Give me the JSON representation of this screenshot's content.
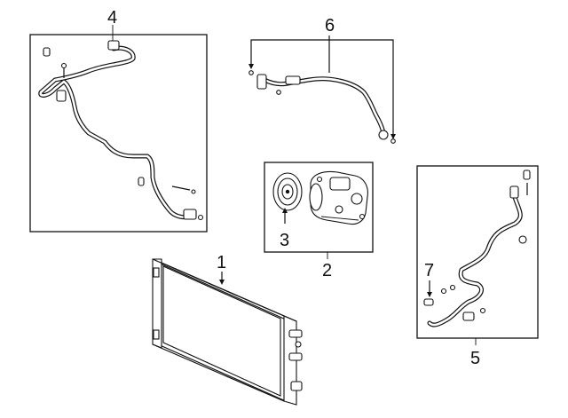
{
  "callouts": {
    "condenser": "1",
    "compressor": "2",
    "clutch": "3",
    "suction_line": "4",
    "liquid_line": "5",
    "discharge_hose": "6",
    "valve_core": "7"
  }
}
